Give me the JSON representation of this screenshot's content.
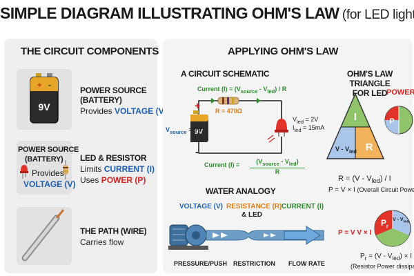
{
  "title": {
    "main": "SIMPLE DIAGRAM ILLUSTRATING OHM'S LAW",
    "sub": "(for LED light)"
  },
  "left": {
    "heading": "THE CIRCUIT COMPONENTS",
    "power": {
      "title_line1": "POWER SOURCE",
      "title_line2": "(BATTERY)",
      "desc_prefix": "Provides",
      "desc_highlight": "VOLTAGE (V)",
      "battery_text": "9V",
      "plus": "+",
      "minus": "-"
    },
    "combo": {
      "line1": "POWER SOURCE",
      "line2": "(BATTERY)",
      "line3": "Provides",
      "line4": "VOLTAGE (V)"
    },
    "led": {
      "title": "LED & RESISTOR",
      "line1_prefix": "Limits",
      "line1_highlight": "CURRENT (I)",
      "line2_prefix": "Uses",
      "line2_highlight": "POWER (P)"
    },
    "wire": {
      "title": "THE PATH (WIRE)",
      "desc": "Carries flow"
    }
  },
  "right": {
    "heading": "APPLYING OHM'S LAW",
    "schematic": {
      "title": "A CIRCUIT SCHEMATIC",
      "current_top": "Current (I) = (V",
      "current_top_sub1": "source",
      "current_top_mid": " - V",
      "current_top_sub2": "led",
      "current_top_end": ") / R",
      "resistor": "R = 470Ω",
      "vsource": "V",
      "vsource_sub": "source",
      "vsource_end": " = 9V",
      "battery": "9V",
      "vled": "V",
      "vled_sub": "led",
      "vled_end": " = 2V",
      "iled": "I",
      "iled_sub": "led",
      "iled_end": " = 15mA",
      "plus": "+",
      "minus": "-",
      "bottom_prefix": "Current (I) =",
      "bottom_num": "(V",
      "bottom_num_sub1": "source",
      "bottom_num_mid": " - V",
      "bottom_num_sub2": "led",
      "bottom_num_end": ")",
      "bottom_den": "R"
    },
    "triangle": {
      "title_line1": "OHM'S LAW TRIANGLE",
      "title_line2": "FOR LED",
      "i": "I",
      "vvled": "V - V",
      "vvled_sub": "led",
      "r": "R",
      "power_label": "POWER",
      "p": "P",
      "formula1": "R = (V - V",
      "formula1_sub": "led",
      "formula1_end": ") / I",
      "formula2": "P = V × I",
      "formula2_note": "(Overall Circuit Power)",
      "formula3": "P = V V × I",
      "p2": "P",
      "p2_sub": "r",
      "vvled2": "V - V",
      "vvled2_sub": "led",
      "formula4": "P",
      "formula4_sub": "r",
      "formula4_mid": " = (V - V",
      "formula4_sub2": "led",
      "formula4_end": ") × I",
      "formula4_note": "(Resistor Power dissipate"
    },
    "water": {
      "title": "WATER ANALOGY",
      "voltage": "VOLTAGE (V)",
      "resistance": "RESISTANCE (R)",
      "resistance2": "& LED",
      "current": "CURRENT (I)",
      "pressure": "PRESSURE/PUSH",
      "restriction": "RESTRICTION",
      "flow": "FLOW RATE"
    }
  },
  "colors": {
    "blue": "#1a5fb4",
    "red": "#d0231f",
    "green": "#2a8a2a",
    "orange": "#e07b12",
    "triangle_green": "#8fc46a",
    "triangle_blue": "#a9c6ea",
    "triangle_orange": "#f2b35c",
    "pipe": "#6d9ec8"
  }
}
